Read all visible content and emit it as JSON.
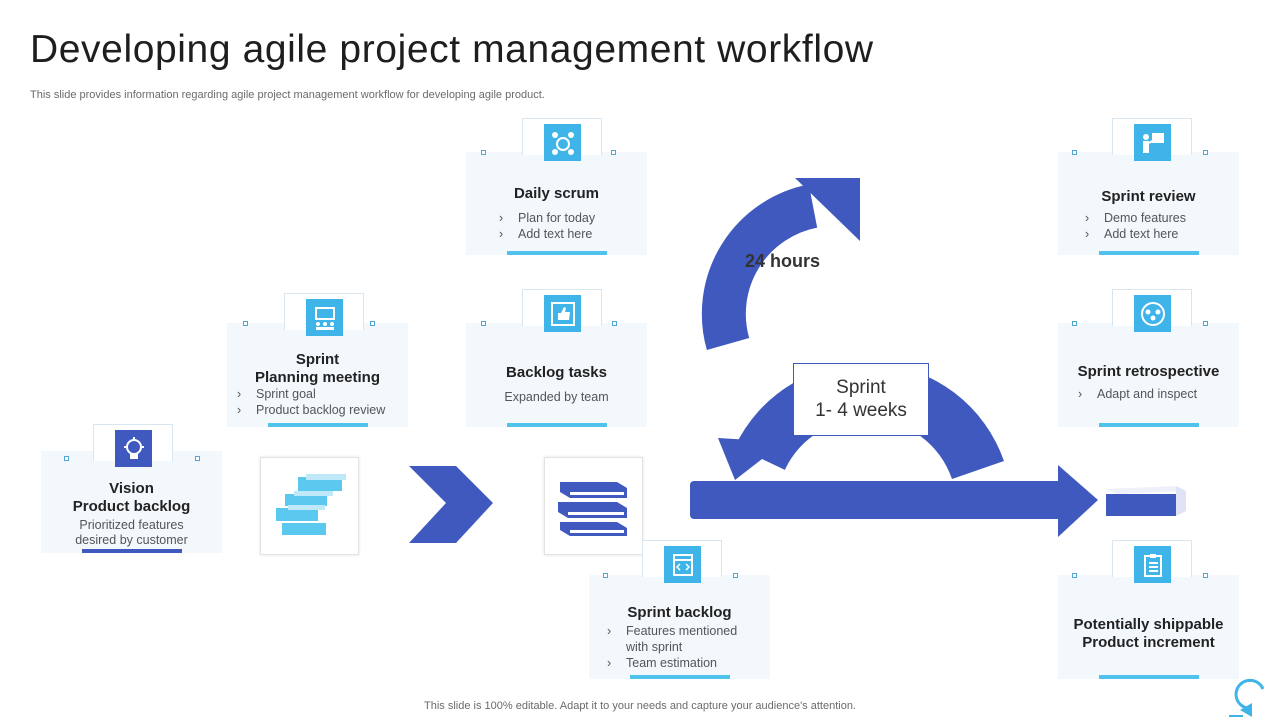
{
  "header": {
    "title": "Developing agile project management workflow",
    "subtitle": "This slide provides information regarding agile project management workflow for developing agile product."
  },
  "footer": {
    "text": "This slide is 100% editable. Adapt it to your needs and capture your audience's attention."
  },
  "colors": {
    "navy": "#4059bf",
    "cyan": "#4fc3ea",
    "card_bg": "#f2f8fc",
    "icon_bg": "#3fb4e8"
  },
  "cards": {
    "vision": {
      "title_line1": "Vision",
      "title_line2": "Product backlog",
      "line1": "Prioritized features",
      "line2": "desired by customer",
      "icon": "bulb-head-icon"
    },
    "planning": {
      "title_line1": "Sprint",
      "title_line2": "Planning meeting",
      "items": [
        "Sprint goal",
        "Product backlog review"
      ],
      "icon": "presentation-meeting-icon"
    },
    "daily_scrum": {
      "title": "Daily scrum",
      "items": [
        "Plan for today",
        "Add text here"
      ],
      "icon": "team-discussion-icon"
    },
    "backlog_tasks": {
      "title": "Backlog tasks",
      "text": "Expanded by team",
      "icon": "thumbs-up-icon"
    },
    "sprint_backlog": {
      "title": "Sprint backlog",
      "items": [
        "Features mentioned",
        "with sprint",
        "Team estimation"
      ],
      "icon": "code-window-icon"
    },
    "sprint_review": {
      "title": "Sprint review",
      "items": [
        "Demo features",
        "Add text here"
      ],
      "icon": "presenter-board-icon"
    },
    "retrospective": {
      "title": "Sprint retrospective",
      "items": [
        "Adapt and inspect"
      ],
      "icon": "group-idea-icon"
    },
    "shippable": {
      "title_line1": "Potentially shippable",
      "title_line2": "Product increment",
      "icon": "clipboard-checklist-icon"
    }
  },
  "cycle": {
    "hours_label": "24 hours",
    "sprint_line1": "Sprint",
    "sprint_line2": "1- 4 weeks"
  }
}
